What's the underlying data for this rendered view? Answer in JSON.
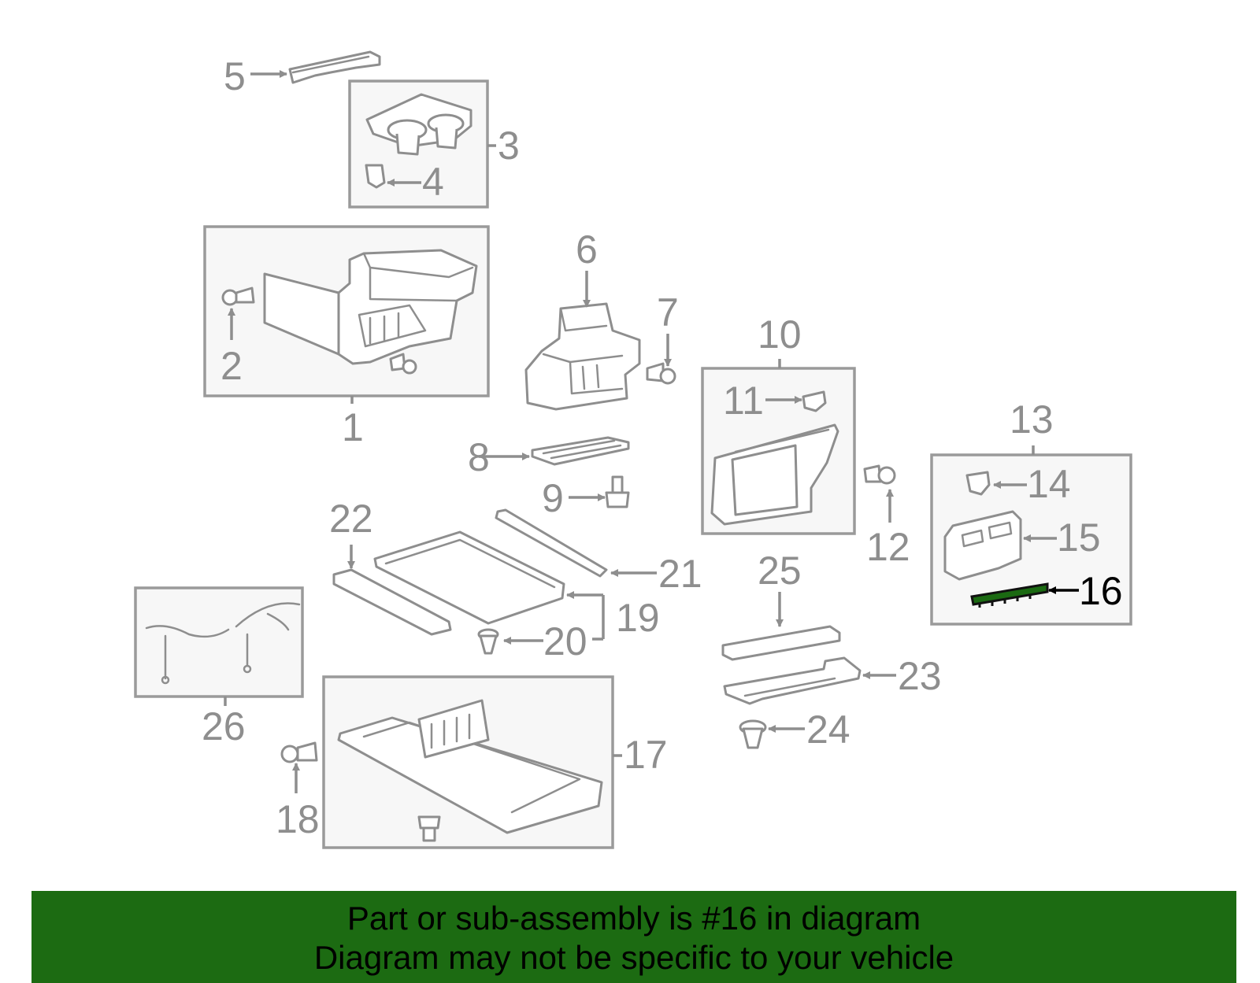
{
  "callouts": {
    "c1": "1",
    "c2": "2",
    "c3": "3",
    "c4": "4",
    "c5": "5",
    "c6": "6",
    "c7": "7",
    "c8": "8",
    "c9": "9",
    "c10": "10",
    "c11": "11",
    "c12": "12",
    "c13": "13",
    "c14": "14",
    "c15": "15",
    "c16": "16",
    "c17": "17",
    "c18": "18",
    "c19": "19",
    "c20": "20",
    "c21": "21",
    "c22": "22",
    "c23": "23",
    "c24": "24",
    "c25": "25",
    "c26": "26"
  },
  "highlighted_part": "16",
  "colors": {
    "highlight": "#1c6b12",
    "line": "#8e8e8e",
    "label": "#8e8e8e"
  },
  "footer": {
    "line1": "Part or sub-assembly is #16 in diagram",
    "line2": "Diagram may not be specific to your vehicle"
  }
}
